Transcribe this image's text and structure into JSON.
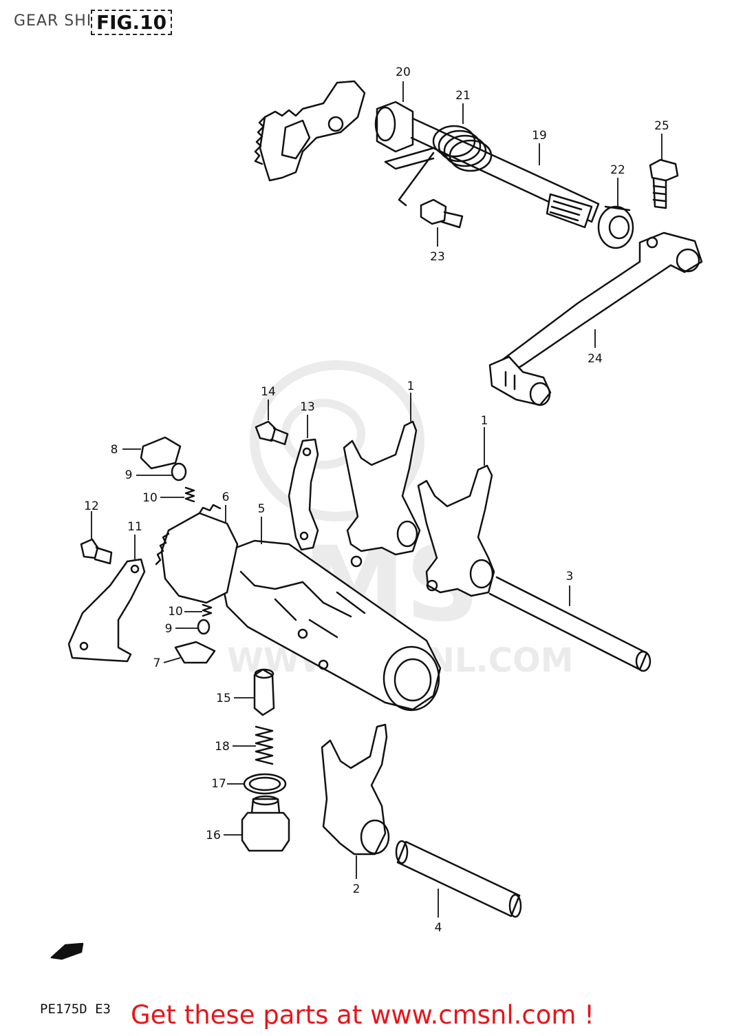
{
  "header": {
    "title": "GEAR SHIFTING",
    "figure": "FIG.10"
  },
  "footer": {
    "model": "PE175D E3",
    "cta": "Get these parts at www.cmsnl.com !"
  },
  "watermark": {
    "brand": "CMS",
    "site": "WWW.CMSNL.COM"
  },
  "colors": {
    "ink": "#111111",
    "cta": "#e6151a",
    "watermark": "#e9e9e9"
  },
  "parts": [
    "1",
    "1",
    "2",
    "3",
    "4",
    "5",
    "6",
    "7",
    "8",
    "9",
    "9",
    "10",
    "10",
    "11",
    "12",
    "13",
    "14",
    "15",
    "16",
    "17",
    "18",
    "19",
    "20",
    "21",
    "22",
    "23",
    "24",
    "25"
  ]
}
